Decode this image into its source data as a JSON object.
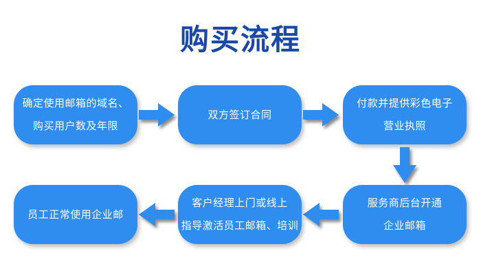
{
  "title": {
    "text": "购买流程"
  },
  "colors": {
    "background": "#ffffff",
    "title_text": "#1849a9",
    "box_fill": "#2f8df0",
    "box_text": "#ffffff",
    "arrow_fill": "#2f8df0"
  },
  "flow": {
    "steps": [
      {
        "name": "step-1",
        "lines": [
          "确定使用邮箱的域名、",
          "购买用户数及年限"
        ]
      },
      {
        "name": "step-2",
        "lines": [
          "双方签订合同"
        ]
      },
      {
        "name": "step-3",
        "lines": [
          "付款并提供彩色电子",
          "营业执照"
        ]
      },
      {
        "name": "step-4",
        "lines": [
          "服务商后台开通",
          "企业邮箱"
        ]
      },
      {
        "name": "step-5",
        "lines": [
          "客户经理上门或线上",
          "指导激活员工邮箱、培训"
        ]
      },
      {
        "name": "step-6",
        "lines": [
          "员工正常使用企业邮"
        ]
      }
    ],
    "arrows": [
      {
        "name": "arrow-step1-to-step2",
        "direction": "right"
      },
      {
        "name": "arrow-step2-to-step3",
        "direction": "right"
      },
      {
        "name": "arrow-step3-to-step4",
        "direction": "down"
      },
      {
        "name": "arrow-step4-to-step5",
        "direction": "left"
      },
      {
        "name": "arrow-step5-to-step6",
        "direction": "left"
      }
    ]
  }
}
